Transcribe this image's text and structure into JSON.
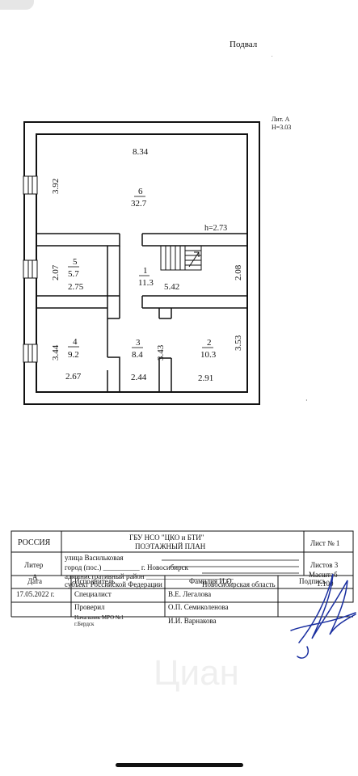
{
  "header": {
    "floor_title": "Подвал",
    "lit": "Лит. А",
    "height": "Н=3.03"
  },
  "plan": {
    "ceiling_height": "h=2.73",
    "rooms": [
      {
        "num": "6",
        "area": "32.7"
      },
      {
        "num": "5",
        "area": "5.7"
      },
      {
        "num": "1",
        "area": "11.3"
      },
      {
        "num": "4",
        "area": "9.2"
      },
      {
        "num": "3",
        "area": "8.4"
      },
      {
        "num": "2",
        "area": "10.3"
      }
    ],
    "dimensions": {
      "top_width": "8.34",
      "room6_height": "3.92",
      "room5_height": "2.07",
      "room5_width": "2.75",
      "room1_width": "5.42",
      "right_mid_height": "2.08",
      "room4_height": "3.44",
      "room3_height": "3.43",
      "room2_height": "3.53",
      "room4_width": "2.67",
      "room3_width": "2.44",
      "room2_width": "2.91"
    }
  },
  "stamp": {
    "country": "РОССИЯ",
    "org": "ГБУ НСО \"ЦКО и БТИ\"",
    "doc_title": "ПОЭТАЖНЫЙ ПЛАН",
    "sheet": "Лист № 1",
    "litera_label": "Литер",
    "litera_value": "А",
    "street": "улица Васильковая",
    "city_line": "город (пос.) __________ г. Новосибирск",
    "district_line": "административный район ________________________",
    "subject_label": "субъект Российской Федерации",
    "subject_value": "Новосибирская область",
    "sheets": "Листов 3",
    "scale_label": "Масштаб",
    "scale_value": "1:100",
    "cols": {
      "date": "Дата",
      "executor": "Исполнитель",
      "name": "Фамилия И.О.",
      "signature": "Подпись"
    },
    "date_value": "17.05.2022 г.",
    "role_specialist": "Специалист",
    "name_specialist": "В.Е. Легалова",
    "role_checked": "Проверил",
    "name_checked": "О.П. Семиколенова",
    "role_chief_1": "Начальник МРО №1",
    "role_chief_2": "г.Бердск",
    "name_chief": "И.И. Варнакова"
  },
  "watermark": "Циан"
}
